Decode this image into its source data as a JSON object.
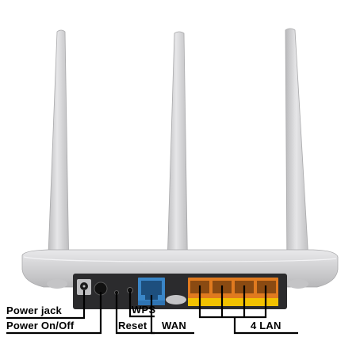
{
  "callouts": {
    "power_jack": "Power jack",
    "power_onoff": "Power On/Off",
    "wps": "WPS",
    "reset": "Reset",
    "wan": "WAN",
    "lan": "4 LAN"
  },
  "colors": {
    "router_body": "#d3d3d5",
    "antenna": "#cfcfd1",
    "back_panel": "#2b2b2d",
    "wan_port": "#3a86c8",
    "lan_ports": "#e07a1f",
    "lan_strip": "#f2c200",
    "callout_line": "#000000"
  },
  "icons": [
    "antenna-left",
    "antenna-center",
    "antenna-right",
    "power-button-icon",
    "ethernet-port-icon"
  ]
}
